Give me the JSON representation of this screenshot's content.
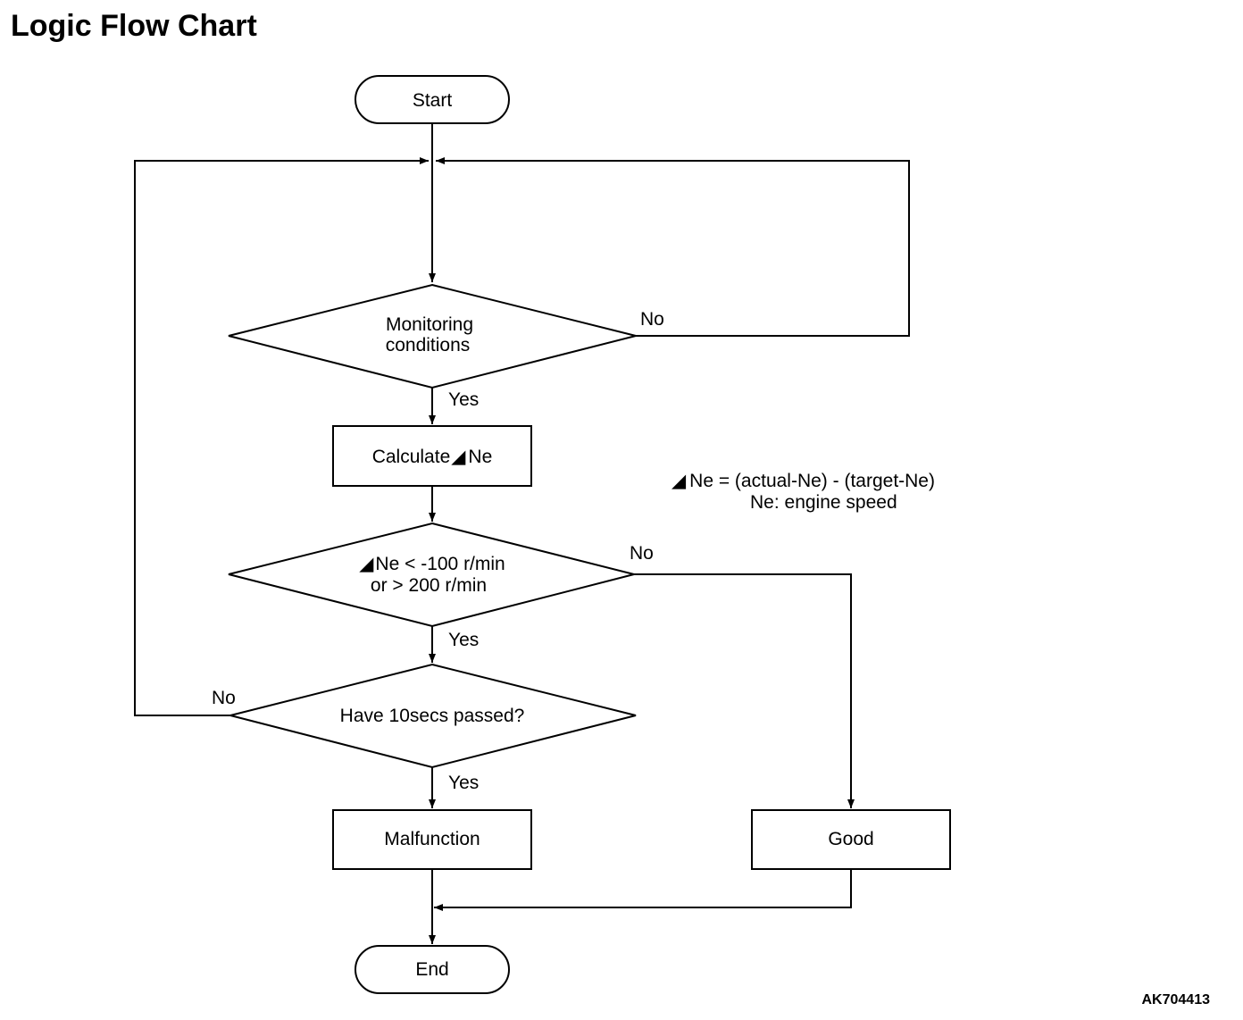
{
  "title": "Logic Flow Chart",
  "nodes": {
    "start": "Start",
    "monitoring_line1": "Monitoring",
    "monitoring_line2": "conditions",
    "calculate": "Calculate",
    "calculate_suffix": "Ne",
    "delta_line1_suffix": "Ne < -100 r/min",
    "delta_line2": "or > 200 r/min",
    "timer": "Have 10secs passed?",
    "malfunction": "Malfunction",
    "good": "Good",
    "end": "End"
  },
  "labels": {
    "yes": "Yes",
    "no": "No"
  },
  "note": {
    "line1_suffix": "Ne = (actual-Ne) - (target-Ne)",
    "line2": "Ne:  engine speed"
  },
  "figure_code": "AK704413"
}
